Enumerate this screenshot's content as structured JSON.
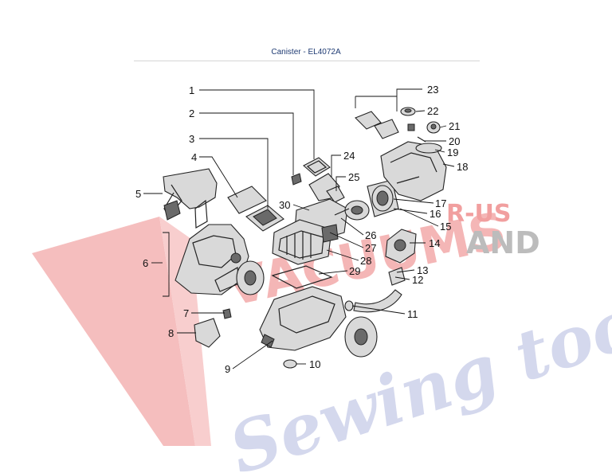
{
  "header": {
    "title": "Canister - EL4072A"
  },
  "watermark": {
    "letters": "VACUUMS",
    "r_us": "R-US",
    "and": "AND",
    "sewing": "Sewing too",
    "colors": {
      "red": "#f0a8a8",
      "gray": "#b5b5b5",
      "blue": "#c9cde6"
    }
  },
  "parts": [
    {
      "num": "1"
    },
    {
      "num": "2"
    },
    {
      "num": "3"
    },
    {
      "num": "4"
    },
    {
      "num": "5"
    },
    {
      "num": "6"
    },
    {
      "num": "7"
    },
    {
      "num": "8"
    },
    {
      "num": "9"
    },
    {
      "num": "10"
    },
    {
      "num": "11"
    },
    {
      "num": "12"
    },
    {
      "num": "13"
    },
    {
      "num": "14"
    },
    {
      "num": "15"
    },
    {
      "num": "16"
    },
    {
      "num": "17"
    },
    {
      "num": "18"
    },
    {
      "num": "19"
    },
    {
      "num": "20"
    },
    {
      "num": "21"
    },
    {
      "num": "22"
    },
    {
      "num": "23"
    },
    {
      "num": "24"
    },
    {
      "num": "25"
    },
    {
      "num": "26"
    },
    {
      "num": "27"
    },
    {
      "num": "28"
    },
    {
      "num": "29"
    },
    {
      "num": "30"
    }
  ]
}
